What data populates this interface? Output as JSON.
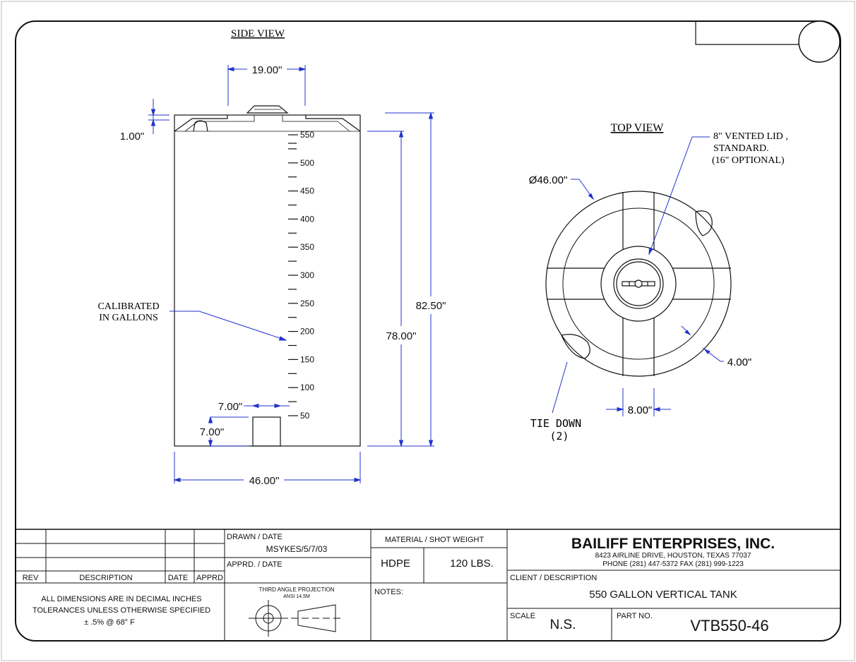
{
  "colors": {
    "ink": "#111111",
    "dim": "#2233cc",
    "gray": "#9a9a9a"
  },
  "side_view": {
    "title": "SIDE VIEW",
    "dims": {
      "top_opening": "19.00\"",
      "lip": "1.00\"",
      "width": "46.00\"",
      "height_total": "82.50\"",
      "height_body": "78.00\"",
      "fitting_w": "7.00\"",
      "fitting_h": "7.00\""
    },
    "calibration_note_line1": "CALIBRATED",
    "calibration_note_line2": "IN GALLONS",
    "scale_labels": [
      "550",
      "500",
      "450",
      "400",
      "350",
      "300",
      "250",
      "200",
      "150",
      "100",
      "50"
    ]
  },
  "top_view": {
    "title": "TOP VIEW",
    "lid_note_line1": "8\" VENTED LID ,",
    "lid_note_line2": "STANDARD.",
    "lid_note_line3": "(16\" OPTIONAL)",
    "diameter": "Ø46.00\"",
    "rib_width": "8.00\"",
    "rim": "4.00\"",
    "tiedown_line1": "TIE DOWN",
    "tiedown_line2": "(2)"
  },
  "title_block": {
    "rev_header": "REV",
    "desc_header": "DESCRIPTION",
    "date_header": "DATE",
    "apprd_header": "APPRD",
    "drawn_label": "DRAWN / DATE",
    "drawn_value": "MSYKES/5/7/03",
    "apprd_label": "APPRD. / DATE",
    "material_label": "MATERIAL / SHOT WEIGHT",
    "material": "HDPE",
    "weight": "120 LBS.",
    "notes_label": "NOTES:",
    "projection_line1": "THIRD ANGLE PROJECTION",
    "projection_line2": "ANSI 14.5M",
    "tolerance_line1": "ALL DIMENSIONS ARE IN DECIMAL INCHES",
    "tolerance_line2": "TOLERANCES UNLESS OTHERWISE SPECIFIED",
    "tolerance_line3": "±  .5% @ 68° F",
    "company": "BAILIFF ENTERPRISES, INC.",
    "address": "8423 AIRLINE DRIVE, HOUSTON, TEXAS  77037",
    "phone": "PHONE  (281) 447-5372    FAX   (281) 999-1223",
    "client_label": "CLIENT / DESCRIPTION",
    "client_desc": "550 GALLON VERTICAL TANK",
    "scale_label": "SCALE",
    "scale_value": "N.S.",
    "part_label": "PART NO.",
    "part_value": "VTB550-46"
  }
}
